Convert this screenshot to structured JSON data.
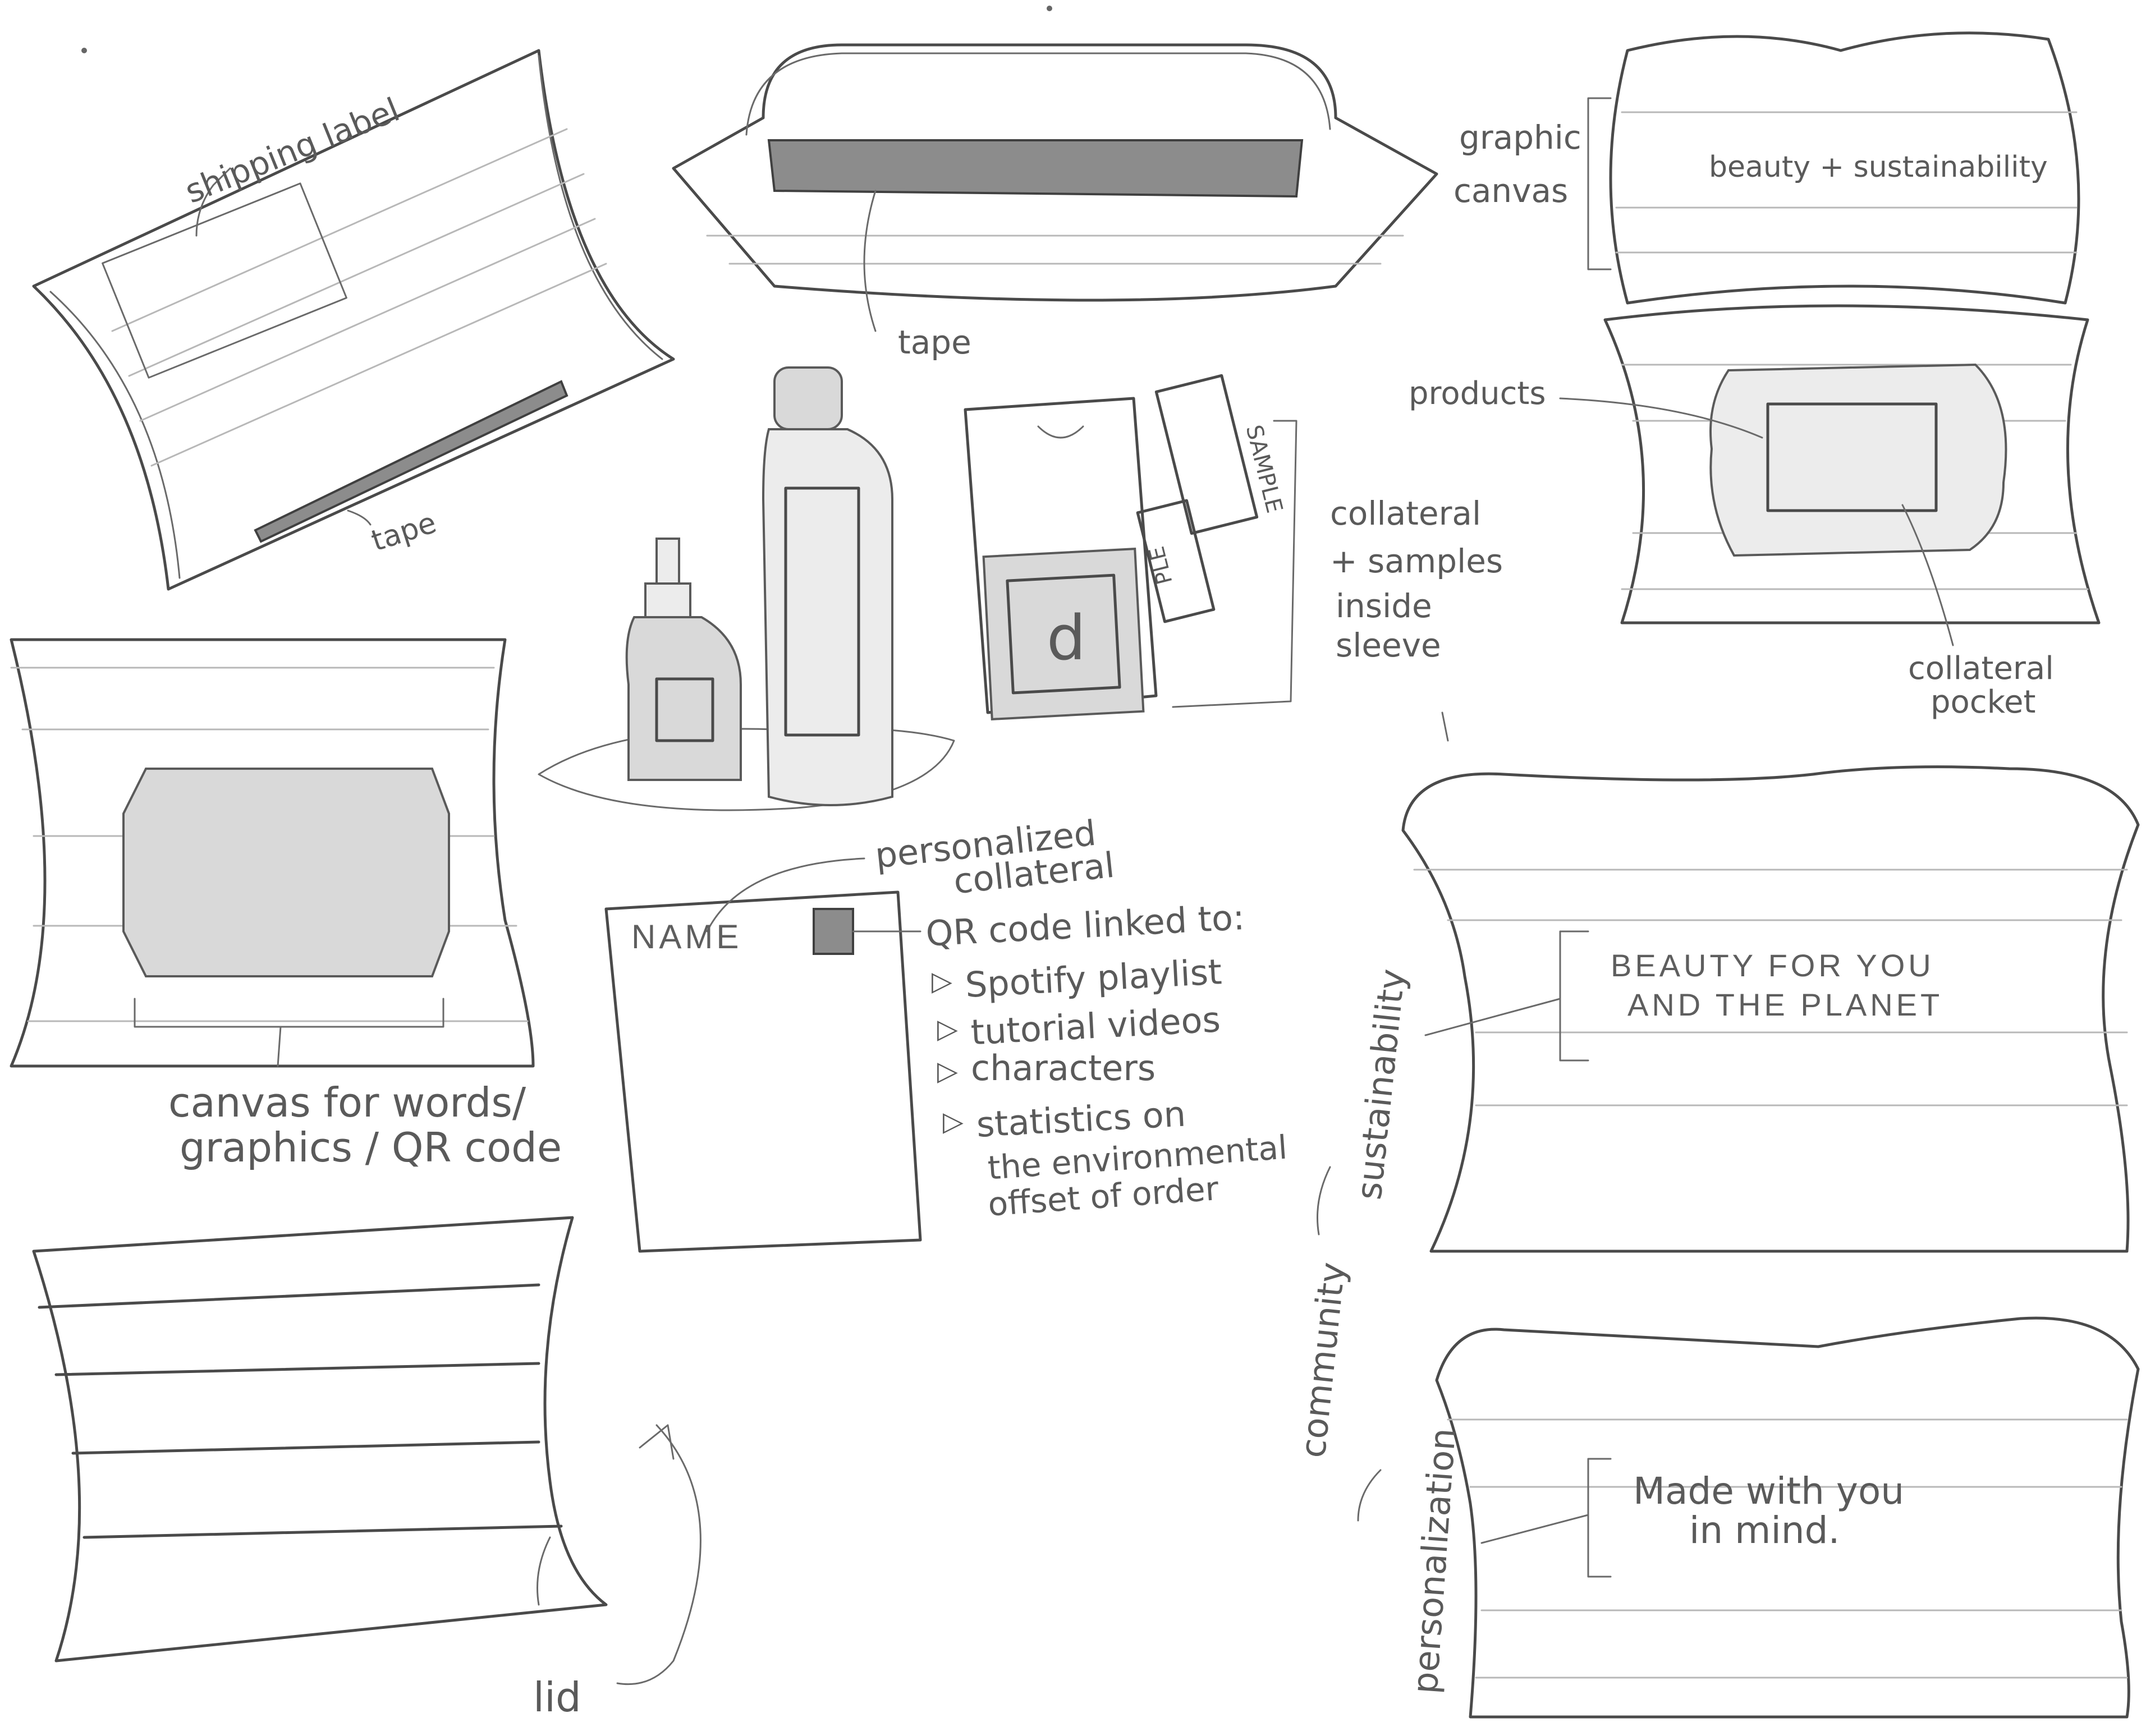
{
  "labels": {
    "shipping_label": "shipping label",
    "tape_left": "tape",
    "tape_center": "tape",
    "graphic_canvas_line1": "graphic",
    "graphic_canvas_line2": "canvas",
    "beauty_sustainability": "beauty + sustainability",
    "products": "products",
    "collateral_pocket_line1": "collateral",
    "collateral_pocket_line2": "pocket",
    "collateral_samples_line1": "collateral",
    "collateral_samples_line2": "+ samples",
    "collateral_samples_line3": "inside",
    "collateral_samples_line4": "sleeve",
    "sample_tag": "SAMPLE",
    "sample_tag_partial": "PLE",
    "card_letter": "d",
    "canvas_words_line1": "canvas for words/",
    "canvas_words_line2": "graphics / QR code",
    "personalized_line1": "personalized",
    "personalized_line2": "collateral",
    "card_name": "NAME",
    "qr_linked": "QR code linked to:",
    "qr_items": [
      "Spotify playlist",
      "tutorial videos",
      "characters",
      "statistics on"
    ],
    "qr_item4_line2": "the environmental",
    "qr_item4_line3": "offset of order",
    "sustainability": "sustainability",
    "community": "community",
    "personalization": "personalization",
    "beauty_planet_line1": "BEAUTY FOR YOU",
    "beauty_planet_line2": "AND THE PLANET",
    "made_with_line1": "Made with you",
    "made_with_line2": "in mind.",
    "lid": "lid"
  }
}
